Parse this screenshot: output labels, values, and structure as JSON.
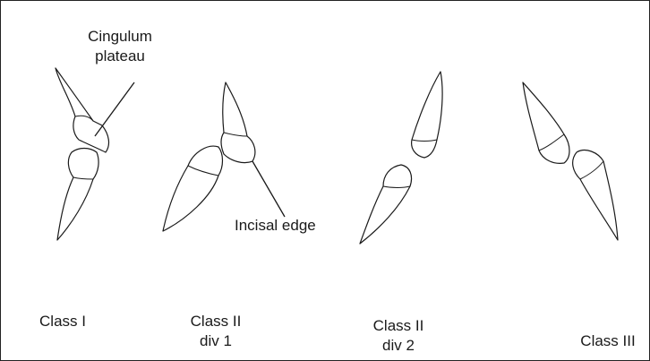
{
  "annotations": {
    "cingulum_line1": "Cingulum",
    "cingulum_line2": "plateau",
    "incisal_edge": "Incisal edge"
  },
  "classes": [
    {
      "line1": "Class I",
      "line2": ""
    },
    {
      "line1": "Class II",
      "line2": "div 1"
    },
    {
      "line1": "Class II",
      "line2": "div 2"
    },
    {
      "line1": "Class III",
      "line2": ""
    }
  ],
  "colors": {
    "line": "#1a1a1a",
    "background": "#ffffff",
    "border": "#222222"
  }
}
